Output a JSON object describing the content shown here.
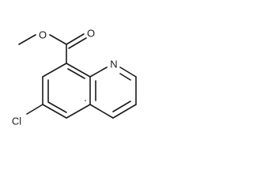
{
  "molecule": {
    "atom_labels": {
      "methyl_oxygen": "O",
      "carbonyl_oxygen": "O",
      "ring_nitrogen": "N",
      "chlorine": "Cl"
    }
  },
  "colors": {
    "bond": "#1a1a1a",
    "background": "#ffffff"
  }
}
